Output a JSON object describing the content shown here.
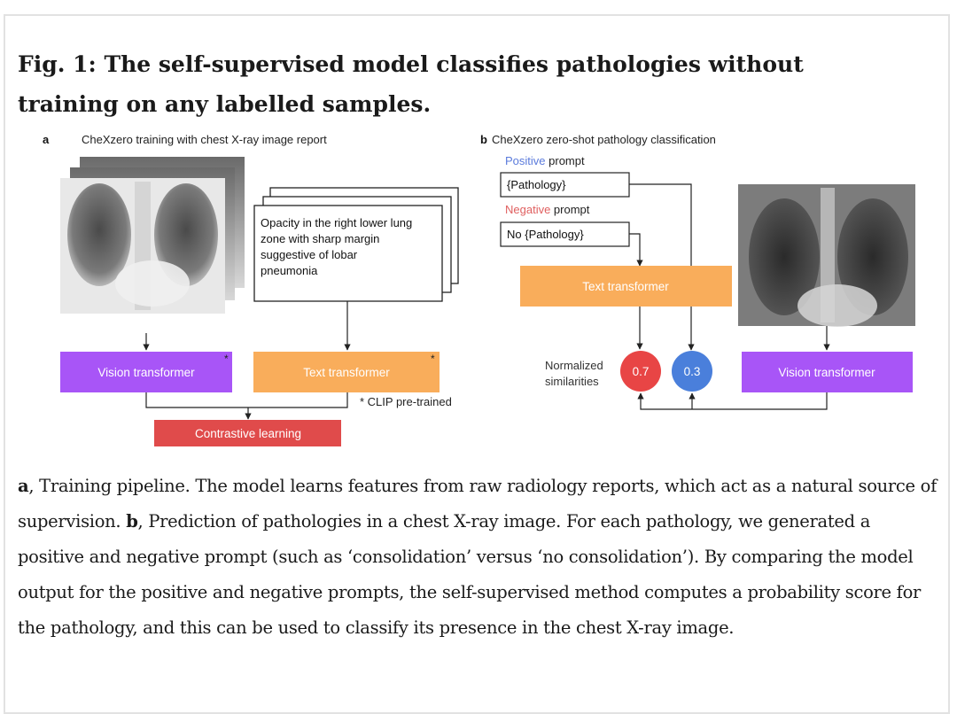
{
  "figure": {
    "title": "Fig. 1: The self-supervised model classifies pathologies without training on any labelled samples.",
    "panel_a": {
      "label": "a",
      "title": "CheXzero training with chest X-ray image report",
      "report_text": [
        "Opacity in the right lower lung",
        "zone with sharp margin",
        "suggestive of lobar",
        "pneumonia"
      ],
      "vision_transformer": "Vision transformer",
      "text_transformer": "Text transformer",
      "star": "*",
      "clip_note": "* CLIP pre-trained",
      "contrastive": "Contrastive learning"
    },
    "panel_b": {
      "label": "b",
      "title": "CheXzero zero-shot pathology classification",
      "positive_word": "Positive",
      "positive_rest": " prompt",
      "positive_box": "{Pathology}",
      "negative_word": "Negative",
      "negative_rest": " prompt",
      "negative_box": "No {Pathology}",
      "text_transformer": "Text transformer",
      "vision_transformer": "Vision transformer",
      "normalized_1": "Normalized",
      "normalized_2": "similarities",
      "score_positive": "0.7",
      "score_negative": "0.3"
    },
    "colors": {
      "purple": "#a855f7",
      "orange": "#f9ad5b",
      "red": "#e04b4b",
      "score_red": "#e84545",
      "score_blue": "#4a7fdb",
      "positive_text": "#5b7bdc",
      "negative_text": "#e06060"
    }
  },
  "caption": {
    "a_label": "a",
    "a_text": ", Training pipeline. The model learns features from raw radiology reports, which act as a natural source of supervision. ",
    "b_label": "b",
    "b_text": ", Prediction of pathologies in a chest X-ray image. For each pathology, we generated a positive and negative prompt (such as ‘consolidation’ versus ‘no consolidation’). By comparing the model output for the positive and negative prompts, the self-supervised method computes a probability score for the pathology, and this can be used to classify its presence in the chest X-ray image."
  }
}
